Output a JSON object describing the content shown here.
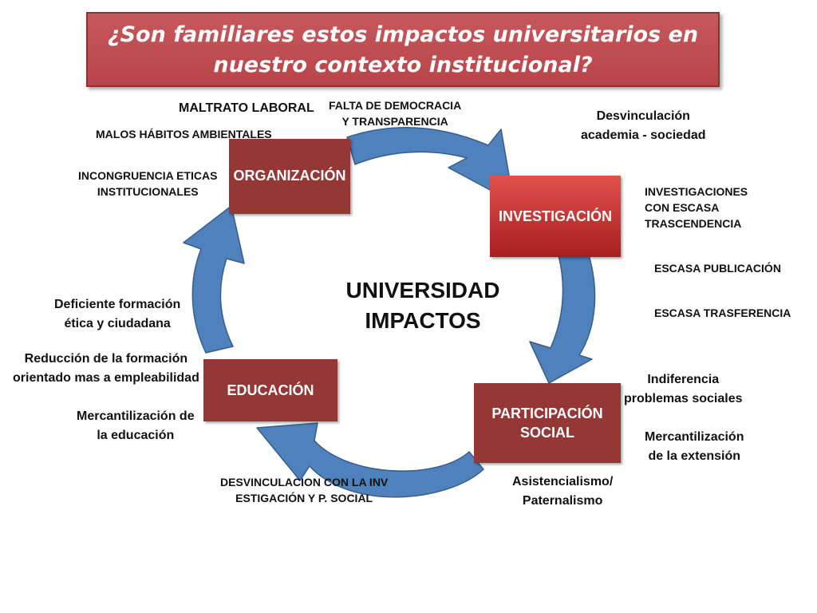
{
  "title": {
    "lines": [
      "¿Son familiares estos impactos universitarios en",
      "nuestro contexto institucional?"
    ]
  },
  "center": {
    "lines": [
      "UNIVERSIDAD",
      "IMPACTOS"
    ]
  },
  "nodes": {
    "organizacion": "ORGANIZACIÓN",
    "investigacion": "INVESTIGACIÓN",
    "participacion": [
      "PARTICIPACIÓN",
      "SOCIAL"
    ],
    "educacion": "EDUCACIÓN"
  },
  "labels": {
    "maltrato": "MALTRATO LABORAL",
    "falta_democracia": [
      "FALTA DE DEMOCRACIA",
      "Y  TRANSPARENCIA"
    ],
    "malos_habitos": "MALOS HÁBITOS AMBIENTALES",
    "incongruencia": [
      "INCONGRUENCIA  ETICAS",
      "INSTITUCIONALES"
    ],
    "desvinculacion": [
      "Desvinculación",
      "academia - sociedad"
    ],
    "investigaciones": [
      "INVESTIGACIONES",
      "CON ESCASA",
      "TRASCENDENCIA"
    ],
    "escasa_publicacion": "ESCASA PUBLICACIÓN",
    "escasa_trasferencia": "ESCASA TRASFERENCIA",
    "deficiente": [
      "Deficiente  formación",
      "ética y ciudadana"
    ],
    "reduccion": [
      "Reducción de la formación",
      "orientado mas a empleabilidad"
    ],
    "mercantilizacion_edu": [
      "Mercantilización de",
      "la educación"
    ],
    "indiferencia": [
      "Indiferencia",
      "problemas sociales"
    ],
    "mercantilizacion_ext": [
      "Mercantilización",
      "de la extensión"
    ],
    "desvinculacion_inv": [
      "DESVINCULACION CON LA INV",
      "ESTIGACIÓN  Y  P. SOCIAL"
    ],
    "asistencialismo": [
      "Asistencialismo/",
      "Paternalismo"
    ]
  },
  "colors": {
    "title_bg": "#c0504d",
    "node_dark": "#953735",
    "node_red": "#c0504d",
    "arrow": "#4f81bd",
    "arrow_stroke": "#385d8a"
  }
}
